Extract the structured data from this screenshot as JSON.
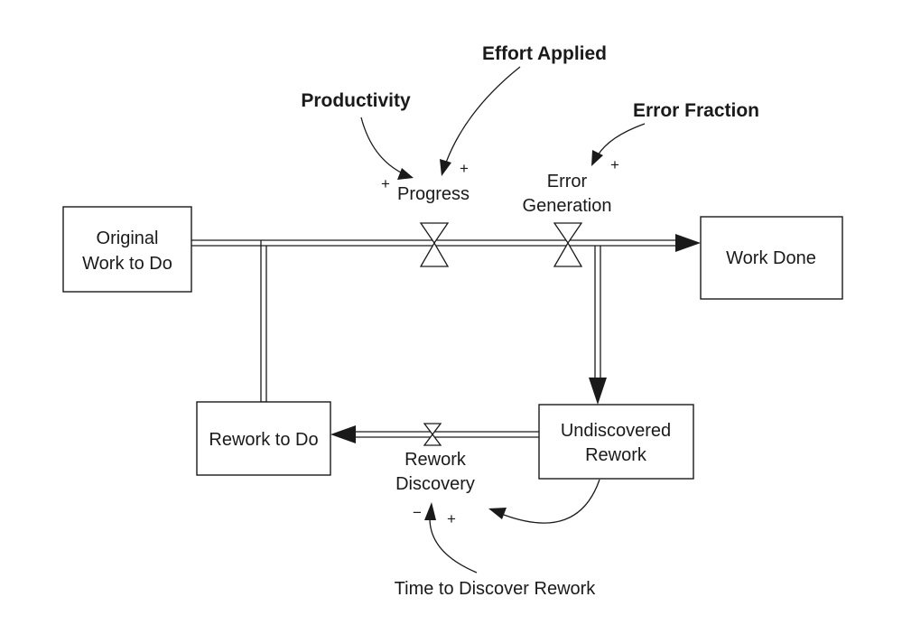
{
  "stocks": {
    "original_work": {
      "line1": "Original",
      "line2": "Work to Do"
    },
    "work_done": {
      "label": "Work Done"
    },
    "rework_to_do": {
      "label": "Rework to Do"
    },
    "undiscovered_rework": {
      "line1": "Undiscovered",
      "line2": "Rework"
    }
  },
  "flows": {
    "progress": {
      "label": "Progress"
    },
    "error_generation": {
      "line1": "Error",
      "line2": "Generation"
    },
    "rework_discovery": {
      "line1": "Rework",
      "line2": "Discovery"
    }
  },
  "variables": {
    "productivity": "Productivity",
    "effort_applied": "Effort Applied",
    "error_fraction": "Error Fraction",
    "time_to_discover": "Time to Discover Rework"
  },
  "polarities": {
    "productivity_to_progress": "+",
    "effort_to_progress": "+",
    "error_fraction_to_error_generation": "+",
    "undiscovered_to_rework_discovery": "+",
    "time_to_rework_discovery": "−"
  }
}
